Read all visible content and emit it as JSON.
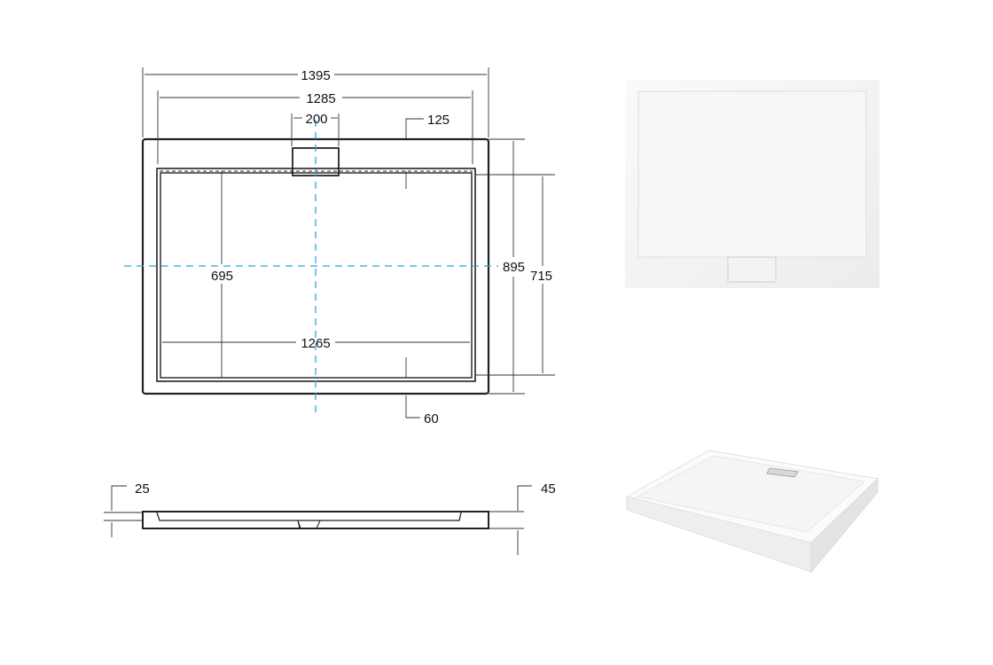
{
  "top_view": {
    "overall_width": "1395",
    "inner_width": "1285",
    "drain_width": "200",
    "rim_top": "125",
    "overall_depth": "895",
    "inner_depth": "715",
    "drain_offset": "695",
    "floor_width": "1265",
    "rim_bottom": "60"
  },
  "side_view": {
    "floor_height": "25",
    "total_height": "45"
  },
  "colors": {
    "line": "#222222",
    "centerline": "#29a8e0"
  }
}
